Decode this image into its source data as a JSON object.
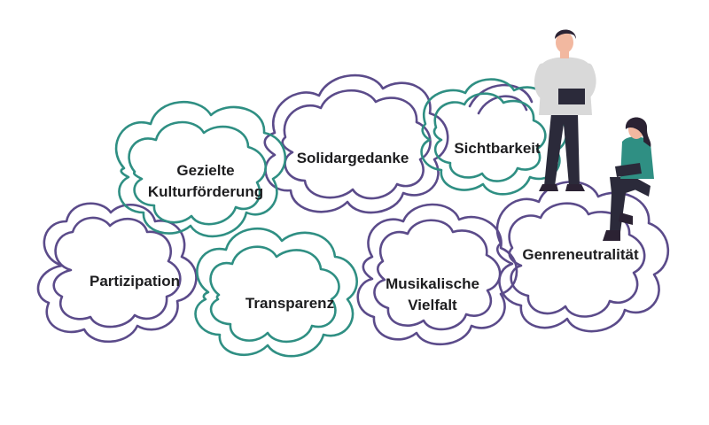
{
  "colors": {
    "purple": "#5b4b8a",
    "teal": "#2f8f83",
    "text": "#1d1d1f",
    "skin": "#f2b8a0",
    "hair": "#2b2233",
    "shirt_grey": "#d9d9d9",
    "pants_dark": "#2b2a3a",
    "shirt_green": "#2f8f83"
  },
  "labels": {
    "gezielte_line1": "Gezielte",
    "gezielte_line2": "Kulturförderung",
    "solidargedanke": "Solidargedanke",
    "sichtbarkeit": "Sichtbarkeit",
    "genreneutralitaet": "Genreneutralität",
    "partizipation": "Partizipation",
    "transparenz": "Transparenz",
    "musikalische_line1": "Musikalische",
    "musikalische_line2": "Vielfalt"
  }
}
